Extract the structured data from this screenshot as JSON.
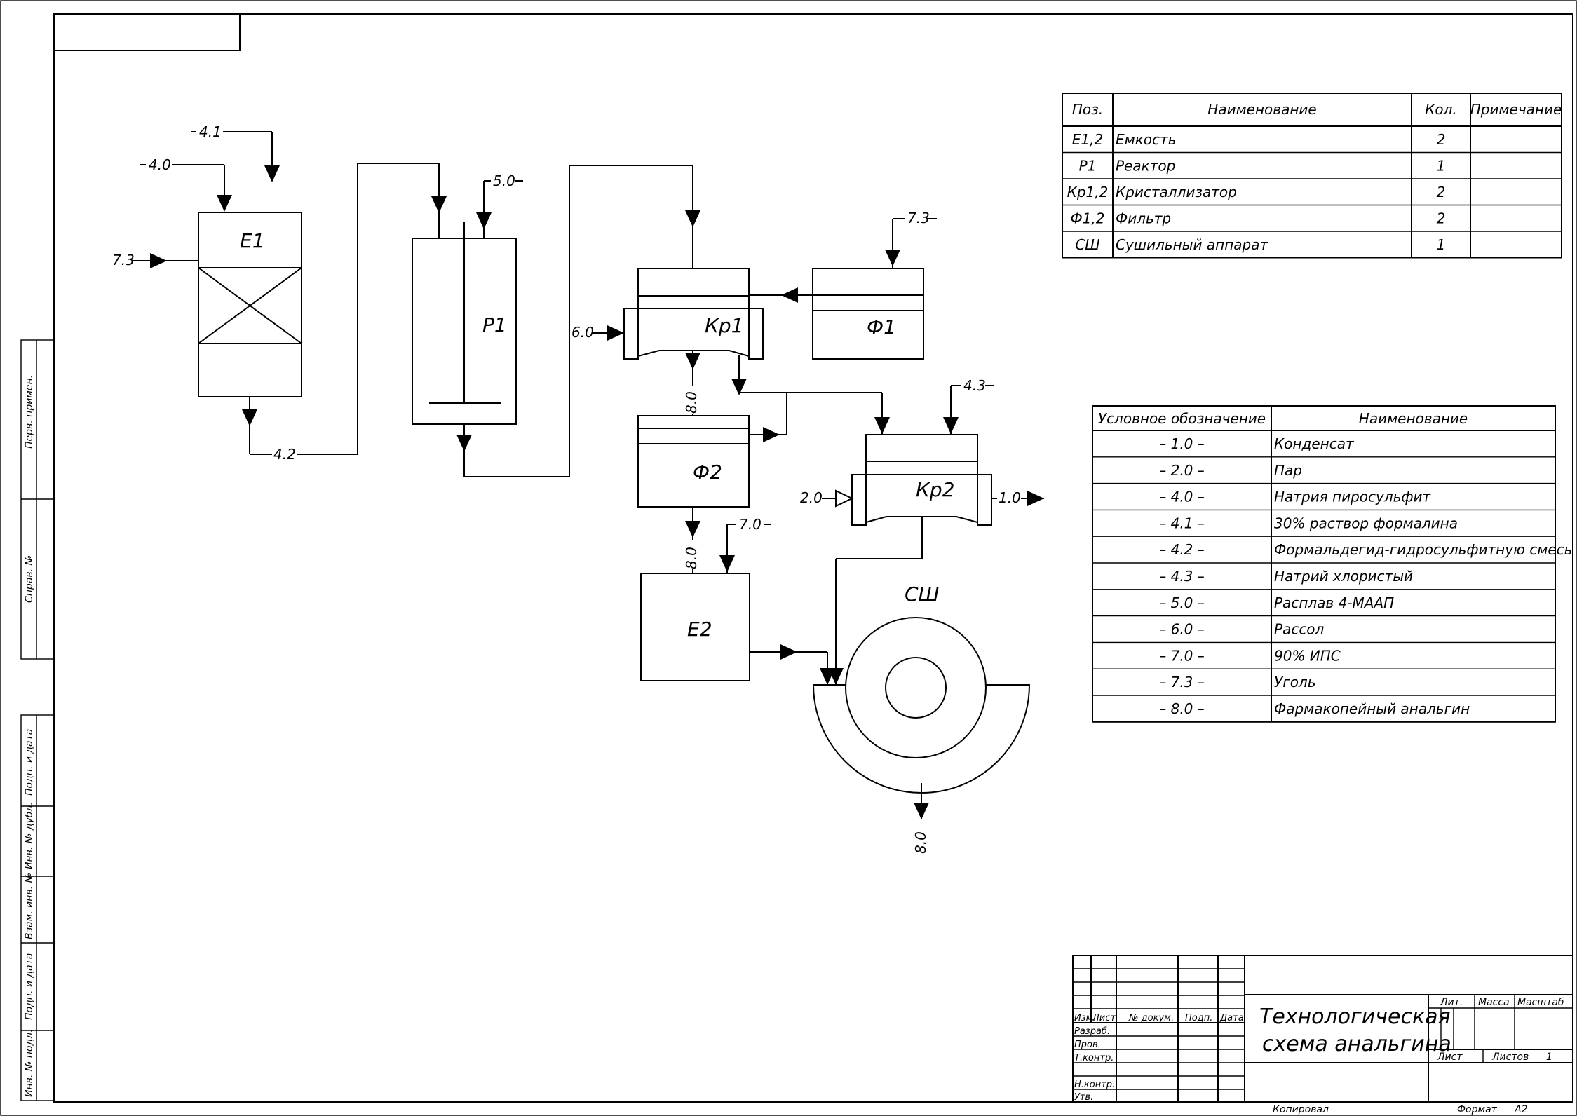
{
  "equipment": {
    "E1": "E1",
    "P1": "P1",
    "Kp1": "Кр1",
    "F1": "Ф1",
    "F2": "Ф2",
    "Kp2": "Кр2",
    "E2": "E2",
    "SH": "СШ"
  },
  "streams": {
    "s41": "4.1",
    "s40": "4.0",
    "s73a": "7.3",
    "s42": "4.2",
    "s50": "5.0",
    "s60": "6.0",
    "s73b": "7.3",
    "s80a": "8.0",
    "s43": "4.3",
    "s20": "2.0",
    "s10": "1.0",
    "s80b": "8.0",
    "s70": "7.0",
    "s80c": "8.0"
  },
  "spec_table": {
    "headers": [
      "Поз.",
      "Наименование",
      "Кол.",
      "Примечание"
    ],
    "rows": [
      [
        "E1,2",
        "Емкость",
        "2",
        ""
      ],
      [
        "P1",
        "Реактор",
        "1",
        ""
      ],
      [
        "Кр1,2",
        "Кристаллизатор",
        "2",
        ""
      ],
      [
        "Ф1,2",
        "Фильтр",
        "2",
        ""
      ],
      [
        "СШ",
        "Сушильный аппарат",
        "1",
        ""
      ]
    ]
  },
  "legend_table": {
    "headers": [
      "Условное обозначение",
      "Наименование"
    ],
    "rows": [
      [
        "– 1.0 –",
        "Конденсат"
      ],
      [
        "– 2.0 –",
        "Пар"
      ],
      [
        "– 4.0 –",
        "Натрия пиросульфит"
      ],
      [
        "– 4.1 –",
        "30% раствор формалина"
      ],
      [
        "– 4.2 –",
        "Формальдегид-гидросульфитную смесь"
      ],
      [
        "– 4.3 –",
        "Натрий хлористый"
      ],
      [
        "– 5.0 –",
        "Расплав 4-МААП"
      ],
      [
        "– 6.0 –",
        "Рассол"
      ],
      [
        "– 7.0 –",
        "90% ИПС"
      ],
      [
        "– 7.3 –",
        "Уголь"
      ],
      [
        "– 8.0 –",
        "Фармакопейный анальгин"
      ]
    ]
  },
  "side_stamp": {
    "s1": "Перв. примен.",
    "s2": "Справ. №",
    "s3": "Подп. и дата",
    "s4": "Инв. № дубл.",
    "s5": "Взам. инв. №",
    "s6": "Подп. и дата",
    "s7": "Инв. № подл."
  },
  "title_block": {
    "title_line1": "Технологическая",
    "title_line2": "схема анальгина",
    "izm": "Изм.",
    "list": "Лист",
    "doc": "№ докум.",
    "podp": "Подп.",
    "data": "Дата",
    "razrab": "Разраб.",
    "prov": "Пров.",
    "tkontr": "Т.контр.",
    "nkontr": "Н.контр.",
    "utv": "Утв.",
    "lit": "Лит.",
    "massa": "Масса",
    "masshtab": "Масштаб",
    "sheet_label": "Лист",
    "sheets_label": "Листов",
    "sheets_value": "1",
    "kopiroval": "Копировал",
    "format_label": "Формат",
    "format_value": "A2"
  }
}
